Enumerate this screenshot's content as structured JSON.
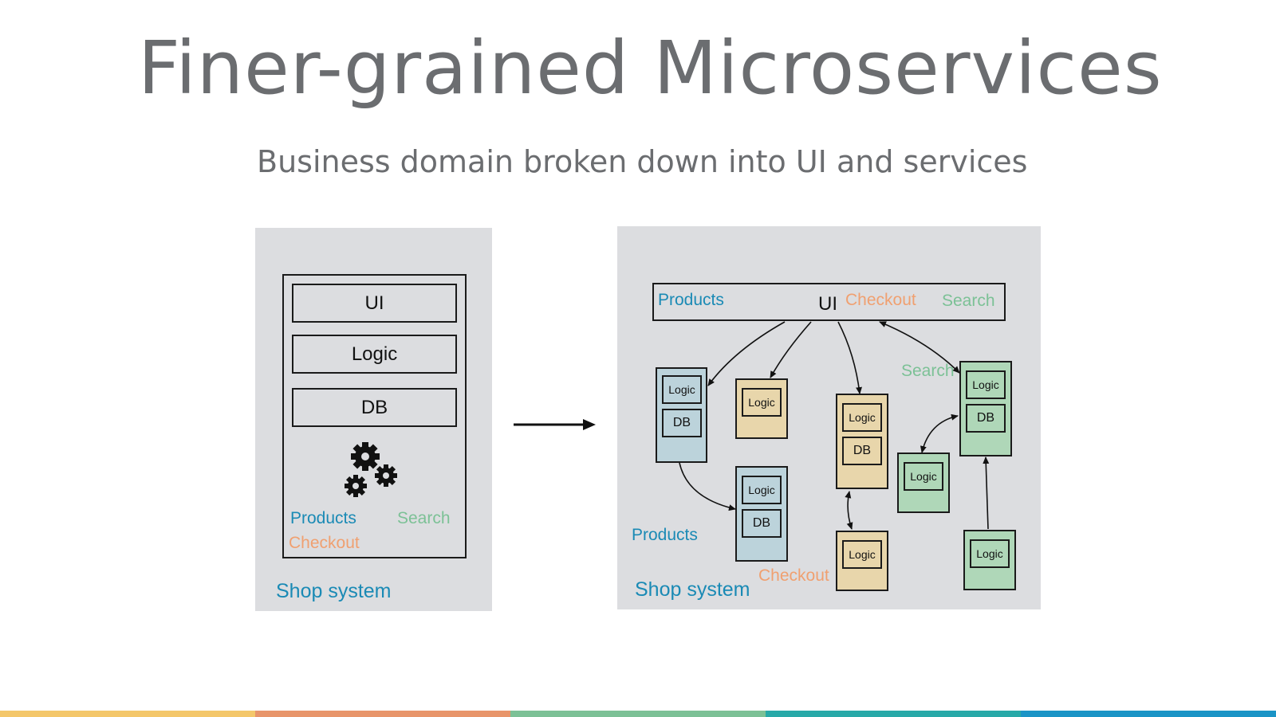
{
  "slide": {
    "title": "Finer-grained Microservices",
    "subtitle": "Business domain broken down into UI and services"
  },
  "monolith": {
    "layers": [
      "UI",
      "Logic",
      "DB"
    ],
    "labels": {
      "products": "Products",
      "search": "Search",
      "checkout": "Checkout"
    },
    "system": "Shop system"
  },
  "microservices": {
    "ui_bar": {
      "products": "Products",
      "ui": "UI",
      "checkout": "Checkout",
      "search": "Search"
    },
    "labels": {
      "search": "Search",
      "products": "Products",
      "checkout": "Checkout"
    },
    "system": "Shop system",
    "logic": "Logic",
    "db": "DB"
  },
  "colors": {
    "products": "#1a8ab5",
    "checkout": "#f0a070",
    "search": "#7cc196",
    "panel": "#dcdde0",
    "title": "#6b6d70",
    "stripes": [
      "#f4c76a",
      "#e8956a",
      "#7cc196",
      "#27a9a8",
      "#1b94c6"
    ]
  },
  "icons": {
    "transform_arrow": "arrow-right-icon",
    "gears": "gears-icon"
  }
}
